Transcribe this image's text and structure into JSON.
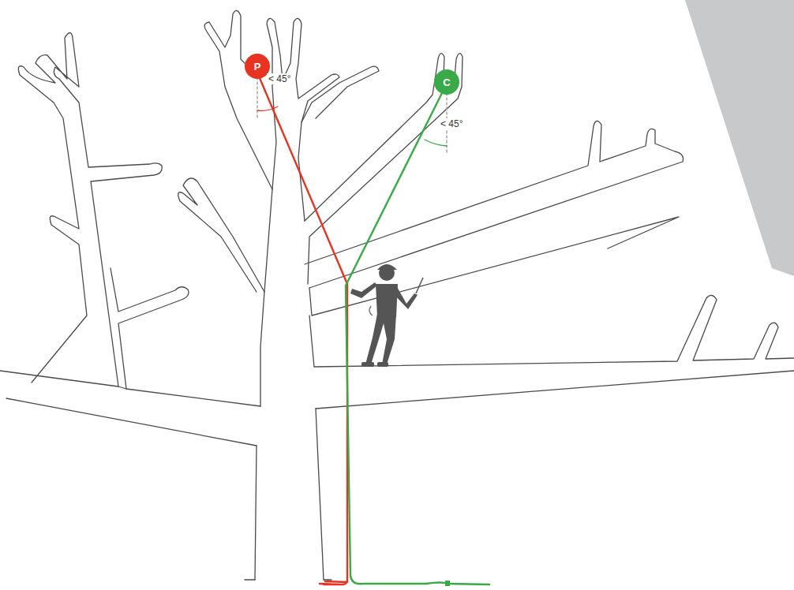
{
  "diagram": {
    "nodes": [
      {
        "text": [
          "P"
        ]
      },
      {
        "text": [
          "C"
        ]
      }
    ],
    "labels": [
      "< 45°",
      "< 45°"
    ]
  }
}
